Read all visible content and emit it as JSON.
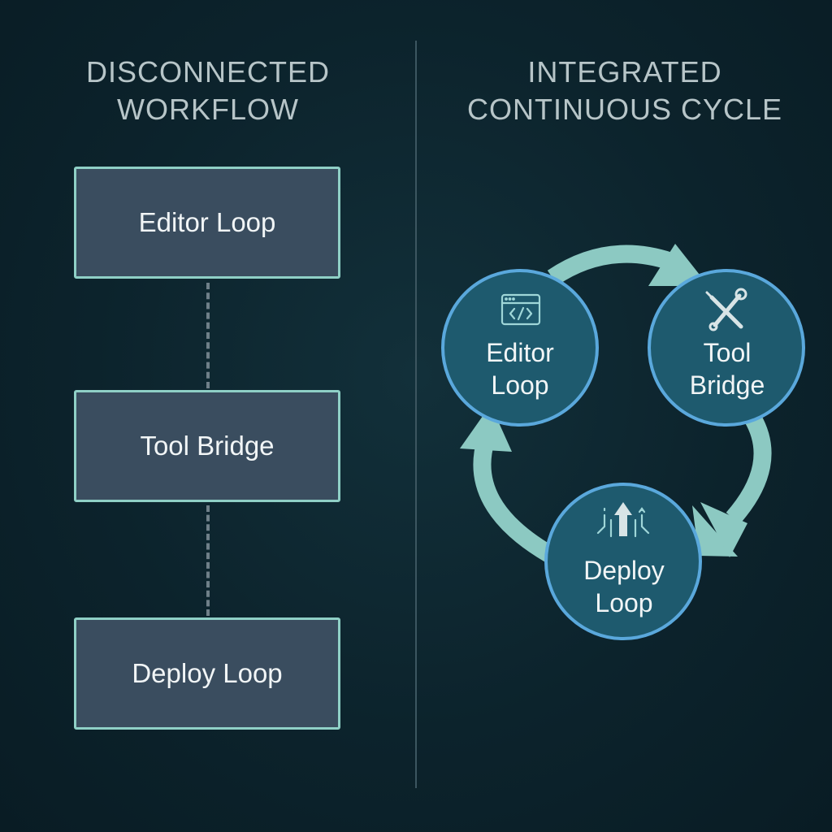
{
  "left_panel": {
    "title_lines": [
      "DISCONNECTED",
      "WORKFLOW"
    ],
    "steps": [
      "Editor Loop",
      "Tool Bridge",
      "Deploy Loop"
    ]
  },
  "right_panel": {
    "title_lines": [
      "INTEGRATED",
      "CONTINUOUS CYCLE"
    ],
    "nodes": [
      {
        "lines": [
          "Editor",
          "Loop"
        ],
        "icon": "code-window-icon"
      },
      {
        "lines": [
          "Tool",
          "Bridge"
        ],
        "icon": "wrench-screwdriver-icon"
      },
      {
        "lines": [
          "Deploy",
          "Loop"
        ],
        "icon": "deploy-arrow-icon"
      }
    ]
  },
  "colors": {
    "background": "#0c222b",
    "box_fill": "#3a4d5f",
    "box_border": "#8fd0c6",
    "node_fill": "#1e5a6e",
    "node_border": "#5aa8dc",
    "arrow": "#8cc9c2",
    "title_text": "#b7c5c8",
    "label_text": "#f1f5f6"
  }
}
